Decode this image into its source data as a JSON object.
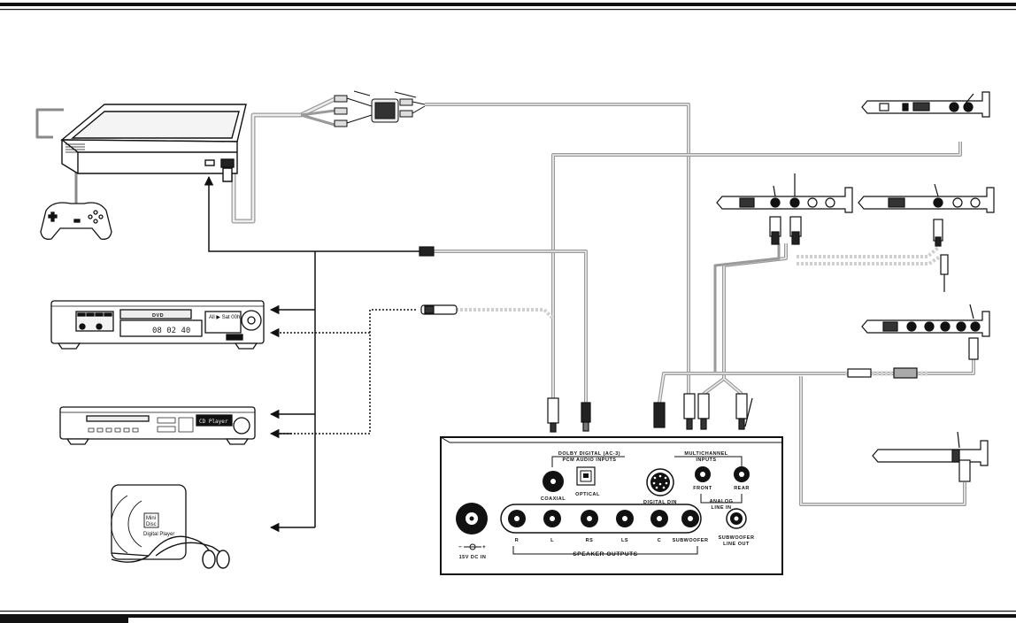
{
  "panel": {
    "group_digital_line1": "DOLBY DIGITAL (AC-3)",
    "group_digital_line2": "PCM AUDIO INPUTS",
    "coaxial": "COAXIAL",
    "optical": "OPTICAL",
    "digital_din": "DIGITAL DIN",
    "group_multichannel_line1": "MULTICHANNEL",
    "group_multichannel_line2": "INPUTS",
    "front": "FRONT",
    "rear": "REAR",
    "analog_line1": "ANALOG",
    "analog_line2": "LINE IN",
    "speaker_r": "R",
    "speaker_l": "L",
    "speaker_rs": "RS",
    "speaker_ls": "LS",
    "speaker_c": "C",
    "speaker_sub": "SUBWOOFER",
    "speaker_outputs": "SPEAKER OUTPUTS",
    "sub_out_line1": "SUBWOOFER",
    "sub_out_line2": "LINE OUT",
    "power_minus": "−",
    "power_plus": "+",
    "power": "15V DC IN"
  },
  "devices": {
    "dvd_logo": "DVD",
    "dvd_counter": "08 02 40",
    "dvd_display_small": "All ▶ Sat 00h --",
    "cd_display": "CD Player",
    "discman_line1": "Mini",
    "discman_line2": "Disc",
    "discman_brand": "Digital Player"
  },
  "colors": {
    "ink": "#1a1a1a",
    "cable": "#8a8a8a",
    "cable_light": "#cfcfcf",
    "panel_bg": "#ffffff"
  },
  "icons": [
    "game-console-icon",
    "gamepad-icon",
    "dvd-player-icon",
    "cd-player-icon",
    "portable-disc-player-icon",
    "headphones-icon",
    "sound-card-icon",
    "rca-plug-icon",
    "optical-plug-icon",
    "mini-jack-plug-icon",
    "arrow-icon"
  ]
}
